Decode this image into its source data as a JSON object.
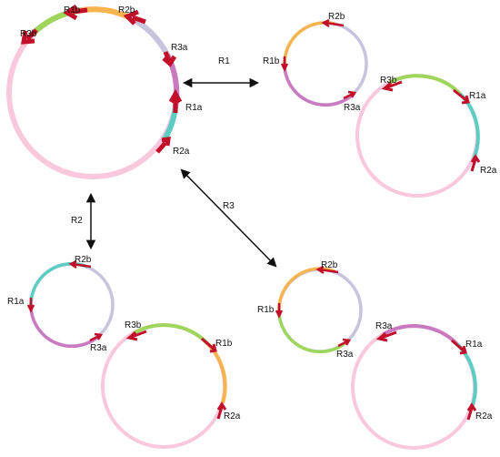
{
  "colors": {
    "pink": "#f9c8dc",
    "green": "#9ed65c",
    "orange": "#f7b34d",
    "lavender": "#c7c4de",
    "magenta": "#c97ac0",
    "teal": "#5ccdc2",
    "repeat": "#c3102a",
    "arrow": "#111111"
  },
  "labels": {
    "r1b": "R1b",
    "r2b": "R2b",
    "r3b": "R3b",
    "r1a": "R1a",
    "r2a": "R2a",
    "r3a": "R3a"
  },
  "recombination": {
    "r1": "R1",
    "r2": "R2",
    "r3": "R3"
  }
}
